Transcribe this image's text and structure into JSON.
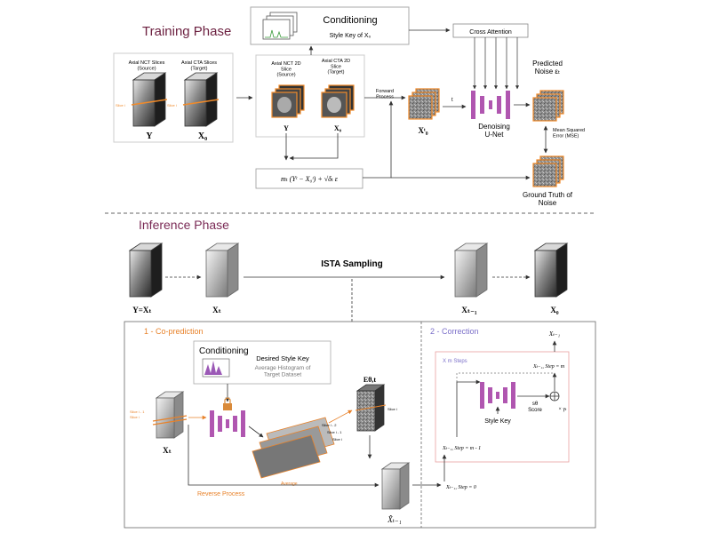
{
  "training": {
    "title": "Training Phase",
    "source_slices_label": "Axial NCT Slices\n(Source)",
    "target_slices_label": "Axial CTA Slices\n(Target)",
    "slice_tag": "Slice i",
    "vol_y_label": "Y",
    "vol_x0_label": "X₀",
    "nct2d_label": "Axial NCT 2D\nSlice\n(Source)",
    "cta2d_label": "Axial CTA 2D\nSlice\n(Target)",
    "y_small": "Y",
    "x0_small": "X₀",
    "conditioning_title": "Conditioning",
    "conditioning_sub": "Style Key of X₀",
    "cross_attention": "Cross Attention",
    "forward_process": "Forward\nProcess",
    "xt_label": "Xᵗ₀",
    "t_label": "t",
    "unet_label": "Denoising\nU-Net",
    "predicted_noise": "Predicted\nNoise εₜ",
    "mse_label": "Mean Squared\nError (MSE)",
    "ground_truth": "Ground Truth of\nNoise",
    "formula": "mₜ (Yᵗ − X₀ᵗ) + √δₜ ε"
  },
  "inference": {
    "title": "Inference Phase",
    "ista": "ISTA Sampling",
    "y_xt": "Y=Xₜ",
    "xt": "Xₜ",
    "xt1": "Xₜ₋₁",
    "x0": "X₀"
  },
  "coprediction": {
    "title": "1 - Co-prediction",
    "conditioning_title": "Conditioning",
    "desired_style": "Desired Style Key",
    "avg_hist": "Average Histogram of\nTarget Dataset",
    "xt_label": "Xₜ",
    "slice_labels": [
      "Slice i - 1",
      "Slice i"
    ],
    "stack_labels": [
      "Slice i - 2",
      "Slice i - 1",
      "Slice i"
    ],
    "average": "Average",
    "e_label": "Eθ,t",
    "slice_i": "Slice i",
    "reverse_process": "Reverse Process",
    "xhat": "X̂ₜ₋₁"
  },
  "correction": {
    "title": "2 - Correction",
    "x_m_steps": "X m Steps",
    "top_label": "Xₜ₋₁",
    "step_m": "Xₜ₋₁, Step = m",
    "style_key": "Style Key",
    "score": "sθ\nScore",
    "gamma": "× γₜ",
    "step_m1": "Xₜ₋₁, Step = m - 1",
    "step_0": "Xₜ₋₁, Step = 0"
  },
  "colors": {
    "training_title": "#6b1f3f",
    "inference_title": "#7a2a55",
    "coprediction": "#e8822a",
    "correction": "#7b6fc9",
    "unet": "#b056b0",
    "noise_frame": "#f08a2a",
    "pink_frame": "#e8a0a0"
  }
}
